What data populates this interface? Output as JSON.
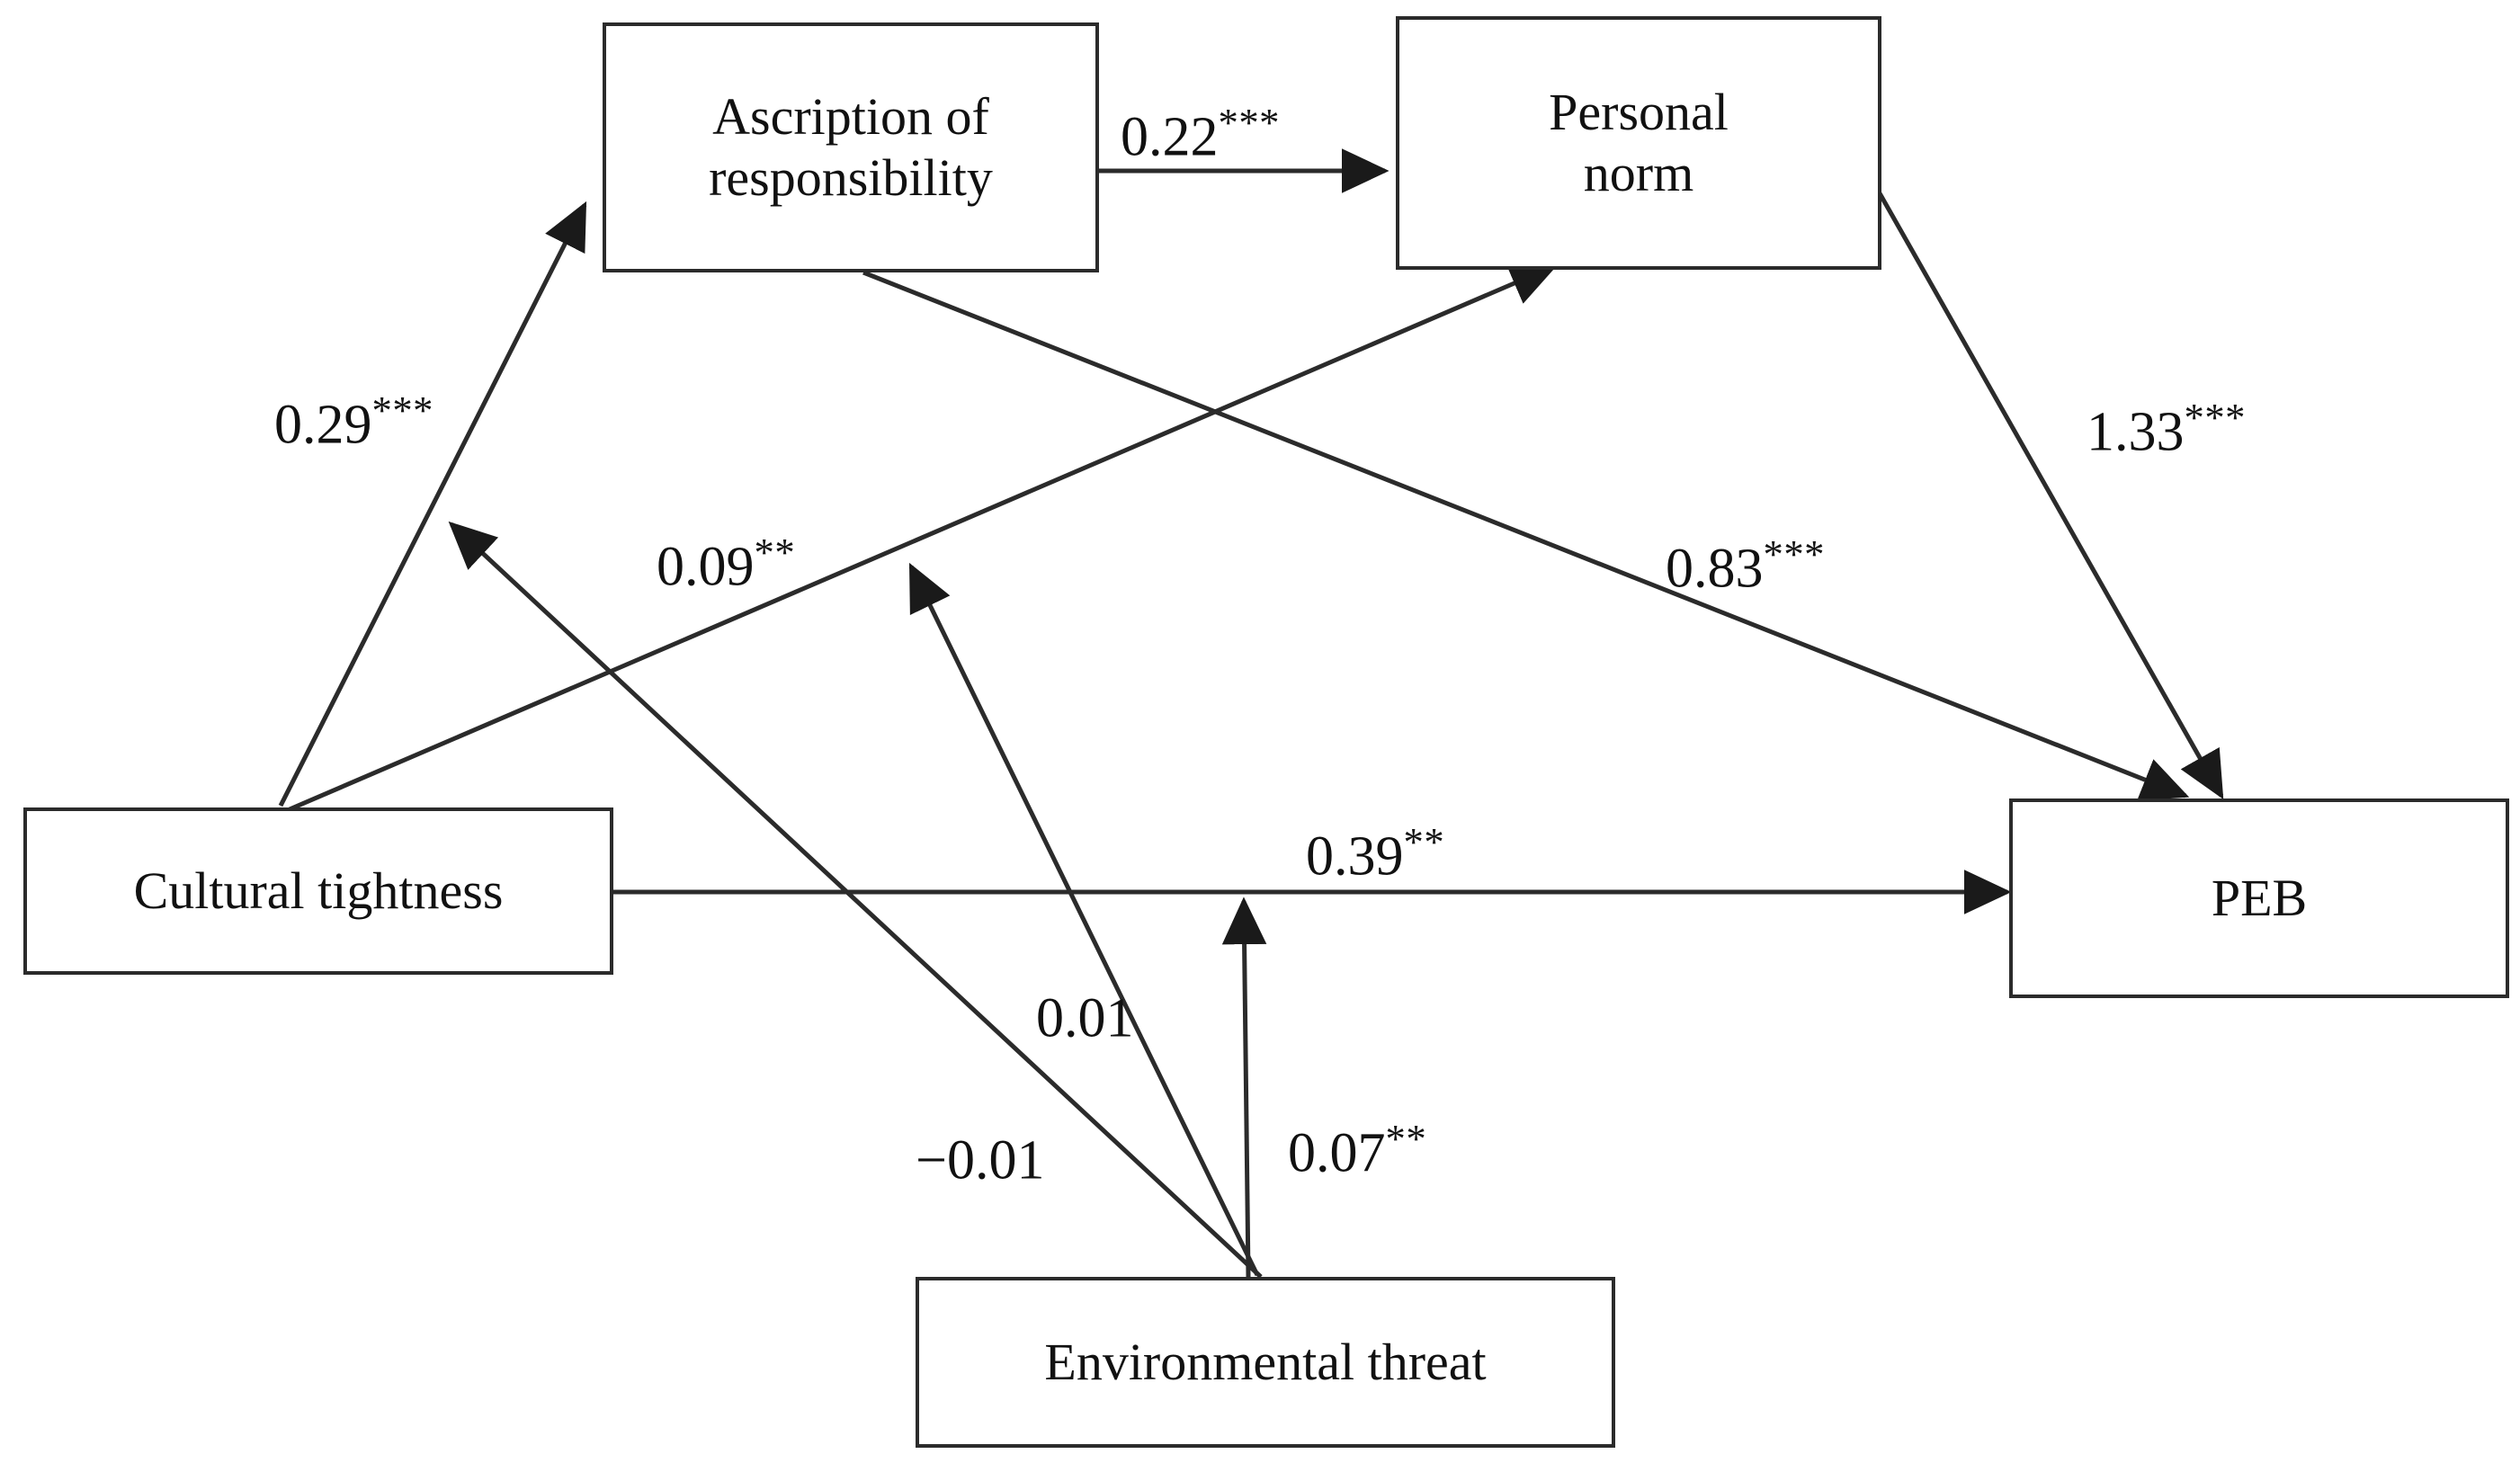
{
  "figure": {
    "type": "path-diagram",
    "description": "Structural equation model path diagram"
  },
  "nodes": [
    {
      "id": "ascription",
      "label": "Ascription of\nresponsibility",
      "line1": "Ascription of",
      "line2": "responsibility"
    },
    {
      "id": "personal_norm",
      "label": "Personal\nnorm",
      "line1": "Personal",
      "line2": "norm"
    },
    {
      "id": "cultural_tightness",
      "label": "Cultural tightness",
      "line1": "Cultural tightness",
      "line2": ""
    },
    {
      "id": "peb",
      "label": "PEB",
      "line1": "PEB",
      "line2": ""
    },
    {
      "id": "environmental_threat",
      "label": "Environmental threat",
      "line1": "Environmental threat",
      "line2": ""
    }
  ],
  "edges": [
    {
      "id": "ar_to_pn",
      "from": "ascription",
      "to": "personal_norm",
      "coefficient": "0.22",
      "stars": "***",
      "label": "0.22***"
    },
    {
      "id": "ct_to_ar",
      "from": "cultural_tightness",
      "to": "ascription",
      "coefficient": "0.29",
      "stars": "***",
      "label": "0.29***"
    },
    {
      "id": "ct_to_pn",
      "from": "cultural_tightness",
      "to": "personal_norm",
      "coefficient": "0.09",
      "stars": "**",
      "label": "0.09**"
    },
    {
      "id": "ar_to_peb",
      "from": "ascription",
      "to": "peb",
      "coefficient": "0.83",
      "stars": "***",
      "label": "0.83***"
    },
    {
      "id": "pn_to_peb",
      "from": "personal_norm",
      "to": "peb",
      "coefficient": "1.33",
      "stars": "***",
      "label": "1.33***"
    },
    {
      "id": "ct_to_peb",
      "from": "cultural_tightness",
      "to": "peb",
      "coefficient": "0.39",
      "stars": "**",
      "label": "0.39**"
    },
    {
      "id": "et_to_pn",
      "from": "environmental_threat",
      "to": "personal_norm",
      "coefficient": "0.01",
      "stars": "",
      "label": "0.01"
    },
    {
      "id": "et_to_ar",
      "from": "environmental_threat",
      "to": "ascription",
      "coefficient": "−0.01",
      "stars": "",
      "label": "−0.01"
    },
    {
      "id": "et_to_peb",
      "from": "environmental_threat",
      "to": "peb",
      "coefficient": "0.07",
      "stars": "**",
      "label": "0.07**"
    }
  ],
  "colors": {
    "stroke": "#2b2b2b",
    "text": "#111111",
    "background": "#ffffff"
  }
}
